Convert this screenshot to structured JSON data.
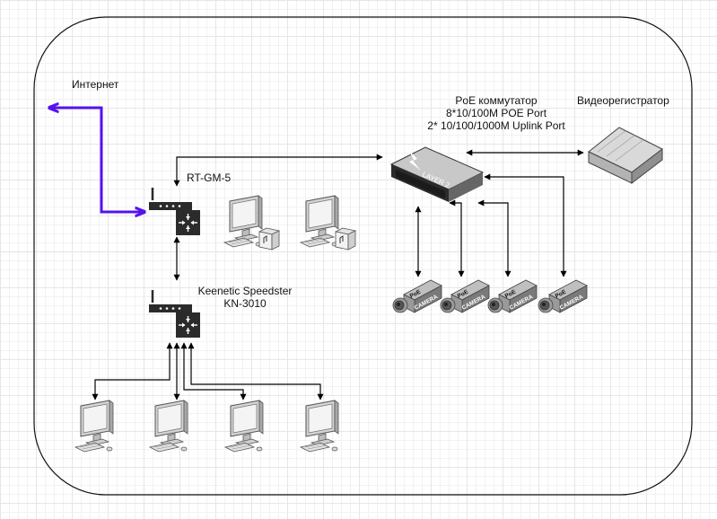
{
  "labels": {
    "internet": "Интернет",
    "router1": "RT-GM-5",
    "router2_line1": "Keenetic Speedster",
    "router2_line2": "KN-3010",
    "switch_line1": "PoE коммутатор",
    "switch_line2": "8*10/100M POE Port",
    "switch_line3": "2* 10/100/1000M Uplink Port",
    "dvr": "Видеорегистратор",
    "switch_device_text": "LAYER 2",
    "camera_text": "CAMERA",
    "camera_badge": "PoE"
  },
  "colors": {
    "internet_link": "#5511ee",
    "line": "#000000",
    "device_dark": "#2b2b2b",
    "device_light": "#eaeaea"
  }
}
